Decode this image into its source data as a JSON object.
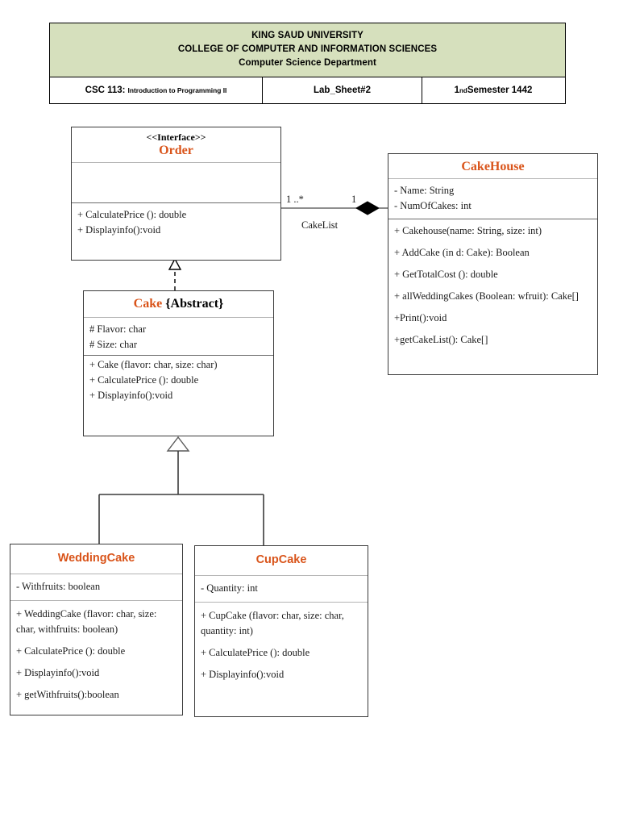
{
  "header": {
    "org_lines": [
      "KING SAUD UNIVERSITY",
      "COLLEGE OF COMPUTER AND INFORMATION SCIENCES",
      "Computer Science Department"
    ],
    "course_code": "CSC 113:",
    "course_name": "Introduction to Programming II",
    "sheet": "Lab_Sheet#2",
    "semester_num": "1",
    "semester_sup": "nd",
    "semester_rest": " Semester 1442",
    "background_color": "#d6e0bd"
  },
  "diagram": {
    "accent_color": "#d9541a",
    "classes": [
      {
        "id": "order",
        "stereotype": "<<Interface>>",
        "name": "Order",
        "attributes": [],
        "operations": [
          "+ CalculatePrice (): double",
          "+ Displayinfo():void"
        ]
      },
      {
        "id": "cakehouse",
        "stereotype": "",
        "name": "CakeHouse",
        "attributes": [
          "- Name: String",
          "- NumOfCakes: int"
        ],
        "operations": [
          "+ Cakehouse(name: String, size: int)",
          "+ AddCake (in d: Cake): Boolean",
          "+ GetTotalCost (): double",
          "+ allWeddingCakes (Boolean: wfruit): Cake[]",
          "+Print():void",
          "+getCakeList(): Cake[]"
        ]
      },
      {
        "id": "cake",
        "stereotype": "",
        "name": "Cake",
        "modifier": " {Abstract}",
        "attributes": [
          "# Flavor: char",
          "# Size: char"
        ],
        "operations": [
          "+ Cake (flavor: char, size: char)",
          "+ CalculatePrice (): double",
          "+ Displayinfo():void"
        ]
      },
      {
        "id": "weddingcake",
        "stereotype": "",
        "name": "WeddingCake",
        "attributes": [
          "- Withfruits: boolean"
        ],
        "operations": [
          "+ WeddingCake (flavor: char, size: char, withfruits: boolean)",
          "+ CalculatePrice (): double",
          "+ Displayinfo():void",
          "+ getWithfruits():boolean"
        ]
      },
      {
        "id": "cupcake",
        "stereotype": "",
        "name": "CupCake",
        "attributes": [
          "- Quantity: int"
        ],
        "operations": [
          "+ CupCake (flavor: char, size: char, quantity: int)",
          "+ CalculatePrice (): double",
          "+ Displayinfo():void"
        ]
      }
    ],
    "relationships": [
      {
        "id": "order-cakehouse",
        "type": "composition",
        "from": "cakehouse",
        "to": "order",
        "source_multiplicity": "1",
        "target_multiplicity": "1 ..*",
        "role_label": "CakeList"
      },
      {
        "id": "cake-order",
        "type": "realization",
        "from": "cake",
        "to": "order"
      },
      {
        "id": "weddingcake-cake",
        "type": "generalization",
        "from": "weddingcake",
        "to": "cake"
      },
      {
        "id": "cupcake-cake",
        "type": "generalization",
        "from": "cupcake",
        "to": "cake"
      }
    ]
  }
}
